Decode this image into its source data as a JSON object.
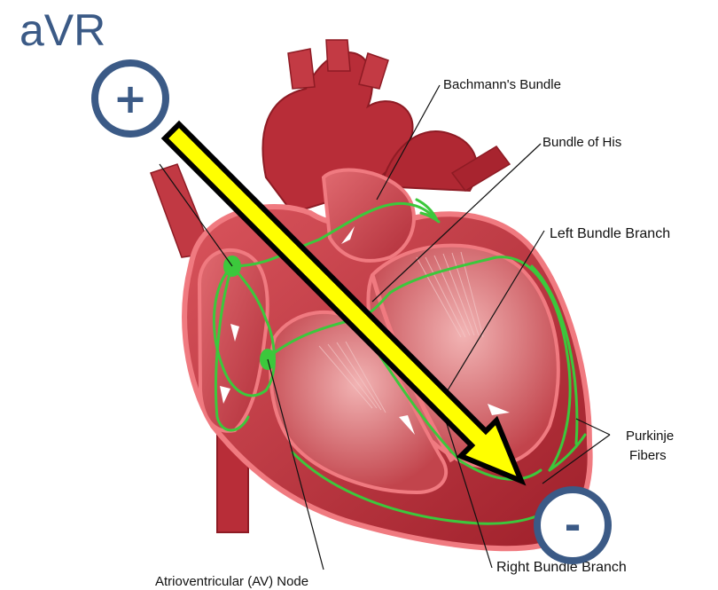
{
  "lead": {
    "name": "aVR",
    "positive": "+",
    "negative": "-"
  },
  "labels": {
    "bachmann": "Bachmann's Bundle",
    "his": "Bundle of His",
    "left_bundle": "Left Bundle Branch",
    "purkinje_1": "Purkinje",
    "purkinje_2": "Fibers",
    "right_bundle": "Right Bundle Branch",
    "av_node": "Atrioventricular (AV) Node"
  },
  "colors": {
    "lead_text": "#3b5a86",
    "arrow_fill": "#ffff00",
    "conduction": "#3cc83c",
    "heart": "#c23a44"
  }
}
